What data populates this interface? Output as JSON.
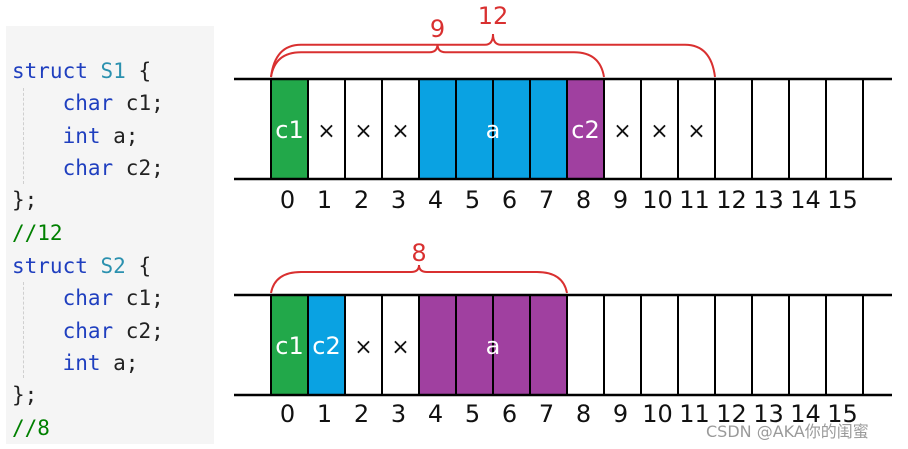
{
  "code": {
    "s1_struct": "struct",
    "s1_name": "S1",
    "s1_open": " {",
    "s1_f1_type": "char",
    "s1_f1_name": " c1;",
    "s1_f2_type": "int",
    "s1_f2_name": " a;",
    "s1_f3_type": "char",
    "s1_f3_name": " c2;",
    "s1_close": "};",
    "s1_comment": "//12",
    "s2_struct": "struct",
    "s2_name": "S2",
    "s2_open": " {",
    "s2_f1_type": "char",
    "s2_f1_name": " c1;",
    "s2_f2_type": "char",
    "s2_f2_name": " c2;",
    "s2_f3_type": "int",
    "s2_f3_name": " a;",
    "s2_close": "};",
    "s2_comment": "//8"
  },
  "colors": {
    "c1": "#22a84a",
    "c2_s2": "#0aa2e2",
    "a_s1": "#0aa2e2",
    "c2_s1": "#a040a0",
    "a_s2": "#a040a0",
    "empty": "#ffffff",
    "brace": "#d93030"
  },
  "diagram1": {
    "cells": [
      "c1",
      "×",
      "×",
      "×",
      "",
      "",
      "",
      "",
      "c2",
      "×",
      "×",
      "×",
      "",
      "",
      "",
      ""
    ],
    "fills": [
      "c1",
      "empty",
      "empty",
      "empty",
      "a_s1",
      "a_s1",
      "a_s1",
      "a_s1",
      "c2_s1",
      "empty",
      "empty",
      "empty",
      "empty",
      "empty",
      "empty",
      "empty"
    ],
    "span_label": "a",
    "span_start": 4,
    "span_end": 8,
    "indices": [
      "0",
      "1",
      "2",
      "3",
      "4",
      "5",
      "6",
      "7",
      "8",
      "9",
      "10",
      "11",
      "12",
      "13",
      "14",
      "15"
    ],
    "brace_small": {
      "label": "9",
      "from": 0,
      "to": 9
    },
    "brace_large": {
      "label": "12",
      "from": 0,
      "to": 12
    }
  },
  "diagram2": {
    "cells": [
      "c1",
      "c2",
      "×",
      "×",
      "",
      "",
      "",
      "",
      "",
      "",
      "",
      "",
      "",
      "",
      "",
      ""
    ],
    "fills": [
      "c1",
      "c2_s2",
      "empty",
      "empty",
      "a_s2",
      "a_s2",
      "a_s2",
      "a_s2",
      "empty",
      "empty",
      "empty",
      "empty",
      "empty",
      "empty",
      "empty",
      "empty"
    ],
    "span_label": "a",
    "span_start": 4,
    "span_end": 8,
    "indices": [
      "0",
      "1",
      "2",
      "3",
      "4",
      "5",
      "6",
      "7",
      "8",
      "9",
      "10",
      "11",
      "12",
      "13",
      "14",
      "15"
    ],
    "brace": {
      "label": "8",
      "from": 0,
      "to": 8
    }
  },
  "watermark": "CSDN @AKA你的闺蜜"
}
